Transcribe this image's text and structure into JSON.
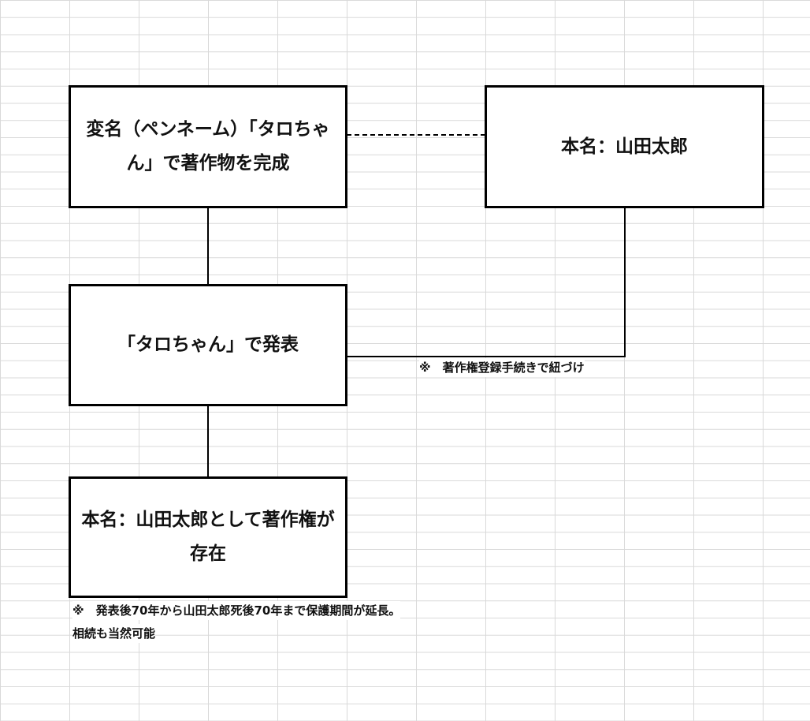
{
  "diagram": {
    "boxes": {
      "pen_name_work": "変名（ペンネーム）「タロちゃん」で著作物を完成",
      "real_name": "本名：山田太郎",
      "publish": "「タロちゃん」で発表",
      "copyright": "本名：山田太郎として著作権が存在"
    },
    "notes": {
      "registration": "※　著作権登録手続きで紐づけ",
      "extension": "※　発表後70年から山田太郎死後70年まで保護期間が延長。",
      "inheritance": "相続も当然可能"
    }
  }
}
